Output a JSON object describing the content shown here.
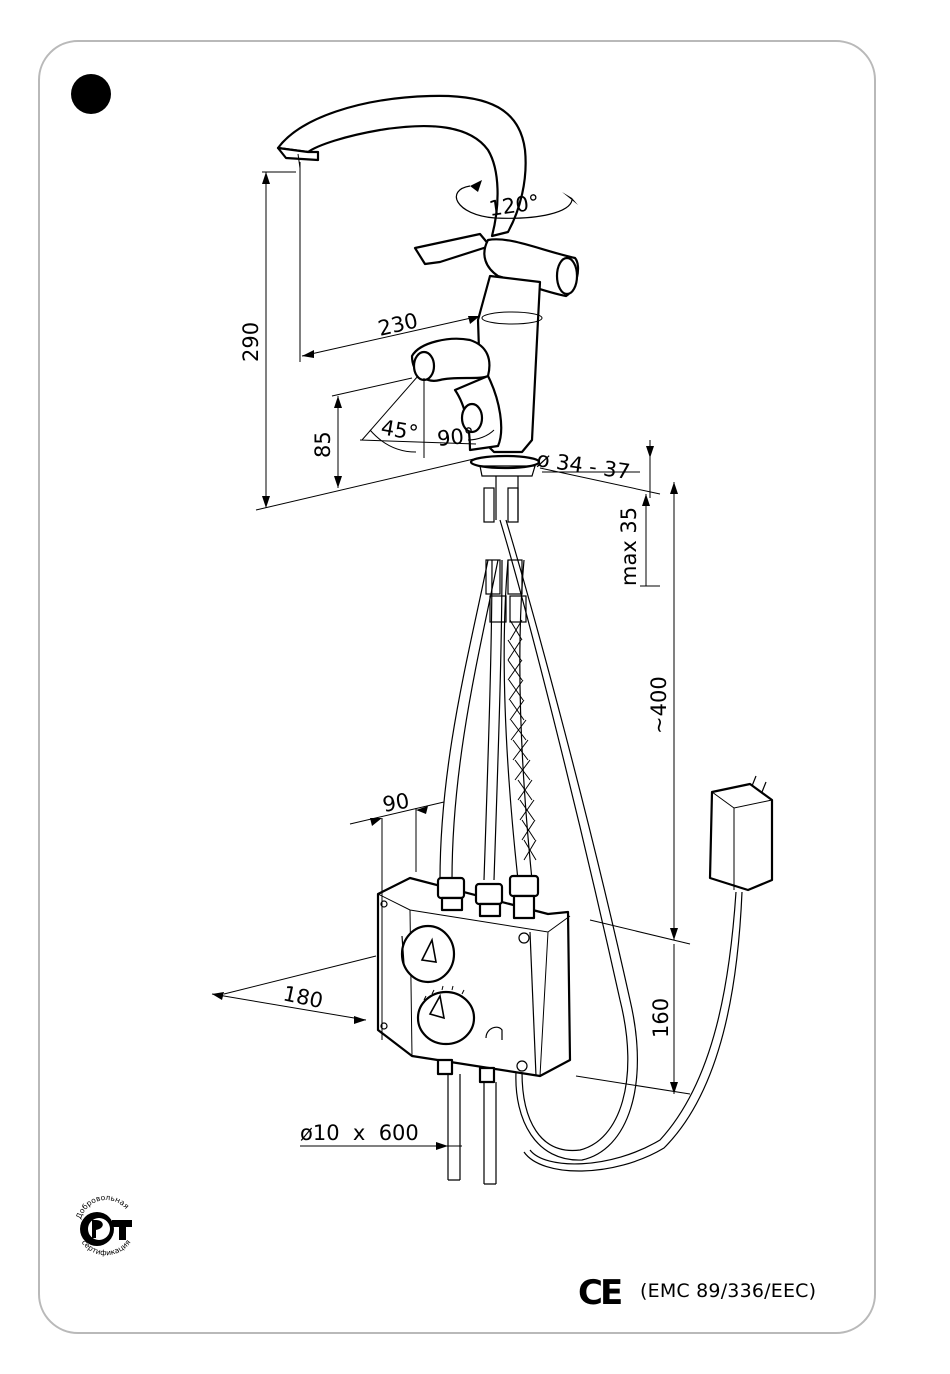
{
  "dimensions": {
    "spout_height": "290",
    "spout_reach": "230",
    "swivel_angle": "120°",
    "aerator_height": "85",
    "spray_angle": "45°",
    "lever_angle": "90°",
    "hole_diameter": "ø 34 - 37",
    "max_thickness": "max 35",
    "hose_length": "~400",
    "box_depth": "90",
    "box_width": "180",
    "box_height": "160",
    "inlet_pipe": "ø10  x  600"
  },
  "certification": {
    "ce_mark": "CE",
    "emc_text": "(EMC 89/336/EEC)",
    "gost_text_top": "Добровольная",
    "gost_text_bottom": "сертификация"
  },
  "icons": [
    "bullet-marker-icon",
    "rotation-arrow-icon",
    "gost-certification-icon",
    "ce-mark-icon",
    "power-adapter-icon"
  ]
}
